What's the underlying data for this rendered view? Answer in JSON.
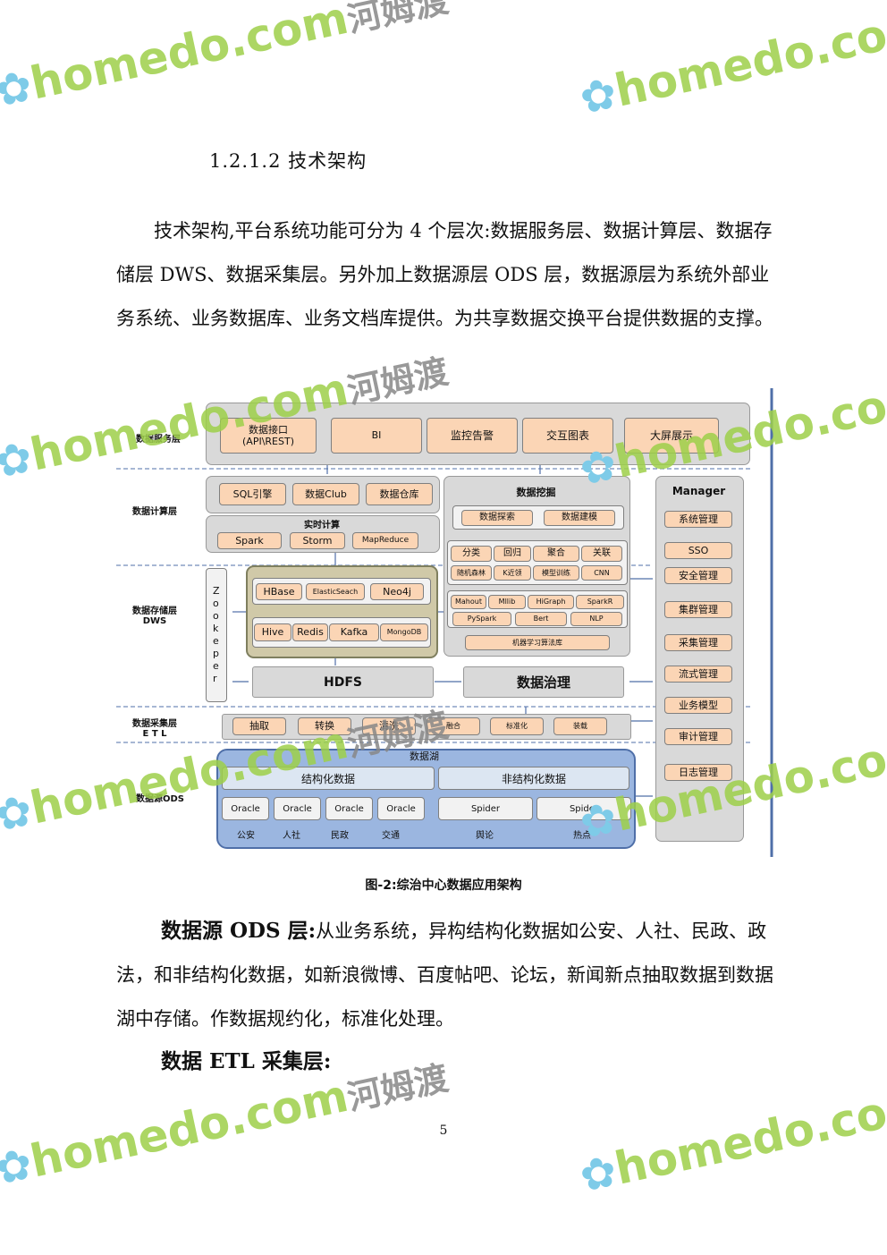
{
  "heading": "1.2.1.2  技术架构",
  "paragraphs": [
    "技术架构,平台系统功能可分为 4 个层次:数据服务层、数据计算层、数据存储层 DWS、数据采集层。另外加上数据源层 ODS 层，数据源层为系统外部业务系统、业务数据库、业务文档库提供。为共享数据交换平台提供数据的支撑。"
  ],
  "diagram": {
    "layers": {
      "service": "数据服务层",
      "compute": "数据计算层",
      "storage": "数据存储层\nDWS",
      "etl": "数据采集层\nE T L",
      "source": "数据源ODS"
    },
    "service_items": [
      "数据接口\n(API\\REST)",
      "BI",
      "监控告警",
      "交互图表",
      "大屏展示"
    ],
    "compute_items": [
      "SQL引擎",
      "数据Club",
      "数据仓库"
    ],
    "realtime": {
      "title": "实时计算",
      "items": [
        "Spark",
        "Storm",
        "MapReduce"
      ]
    },
    "mining": {
      "title": "数据挖掘",
      "top": [
        "数据探索",
        "数据建模"
      ],
      "algos1": [
        "分类",
        "回归",
        "聚合",
        "关联"
      ],
      "algos2": [
        "随机森林",
        "K近领",
        "模型训练",
        "CNN"
      ],
      "libs1": [
        "Mahout",
        "Mllib",
        "HiGraph",
        "SparkR"
      ],
      "libs2": [
        "PySpark",
        "Bert",
        "NLP"
      ],
      "lib": "机器学习算法库"
    },
    "zookeeper": "Zookeper",
    "storage_top": [
      "HBase",
      "ElasticSeach",
      "Neo4j"
    ],
    "storage_bottom": [
      "Hive",
      "Redis",
      "Kafka",
      "MongoDB"
    ],
    "hdfs": "HDFS",
    "governance": "数据治理",
    "etl_items": [
      "抽取",
      "转换",
      "清洗",
      "融合",
      "标准化",
      "装载"
    ],
    "lake": {
      "title": "数据湖",
      "structured": "结构化数据",
      "unstructured": "非结构化数据",
      "sources": [
        "Oracle",
        "Oracle",
        "Oracle",
        "Oracle",
        "Spider",
        "Spider"
      ],
      "source_labels": [
        "公安",
        "人社",
        "民政",
        "交通",
        "舆论",
        "热点"
      ]
    },
    "manager": {
      "title": "Manager",
      "items": [
        "系统管理",
        "SSO",
        "安全管理",
        "集群管理",
        "采集管理",
        "流式管理",
        "业务模型",
        "审计管理",
        "日志管理"
      ]
    }
  },
  "caption": "图-2:综治中心数据应用架构",
  "paragraphs2": {
    "ods_title": "数据源 ODS 层:",
    "ods_text": "从业务系统，异构结构化数据如公安、人社、民政、政法，和非结构化数据，如新浪微博、百度帖吧、论坛，新闻新点抽取数据到数据湖中存储。作数据规约化，标准化处理。",
    "etl_title": "数据 ETL 采集层:"
  },
  "page_number": "5",
  "watermark": {
    "en": "homedo.com",
    "cn": "河姆渡"
  }
}
